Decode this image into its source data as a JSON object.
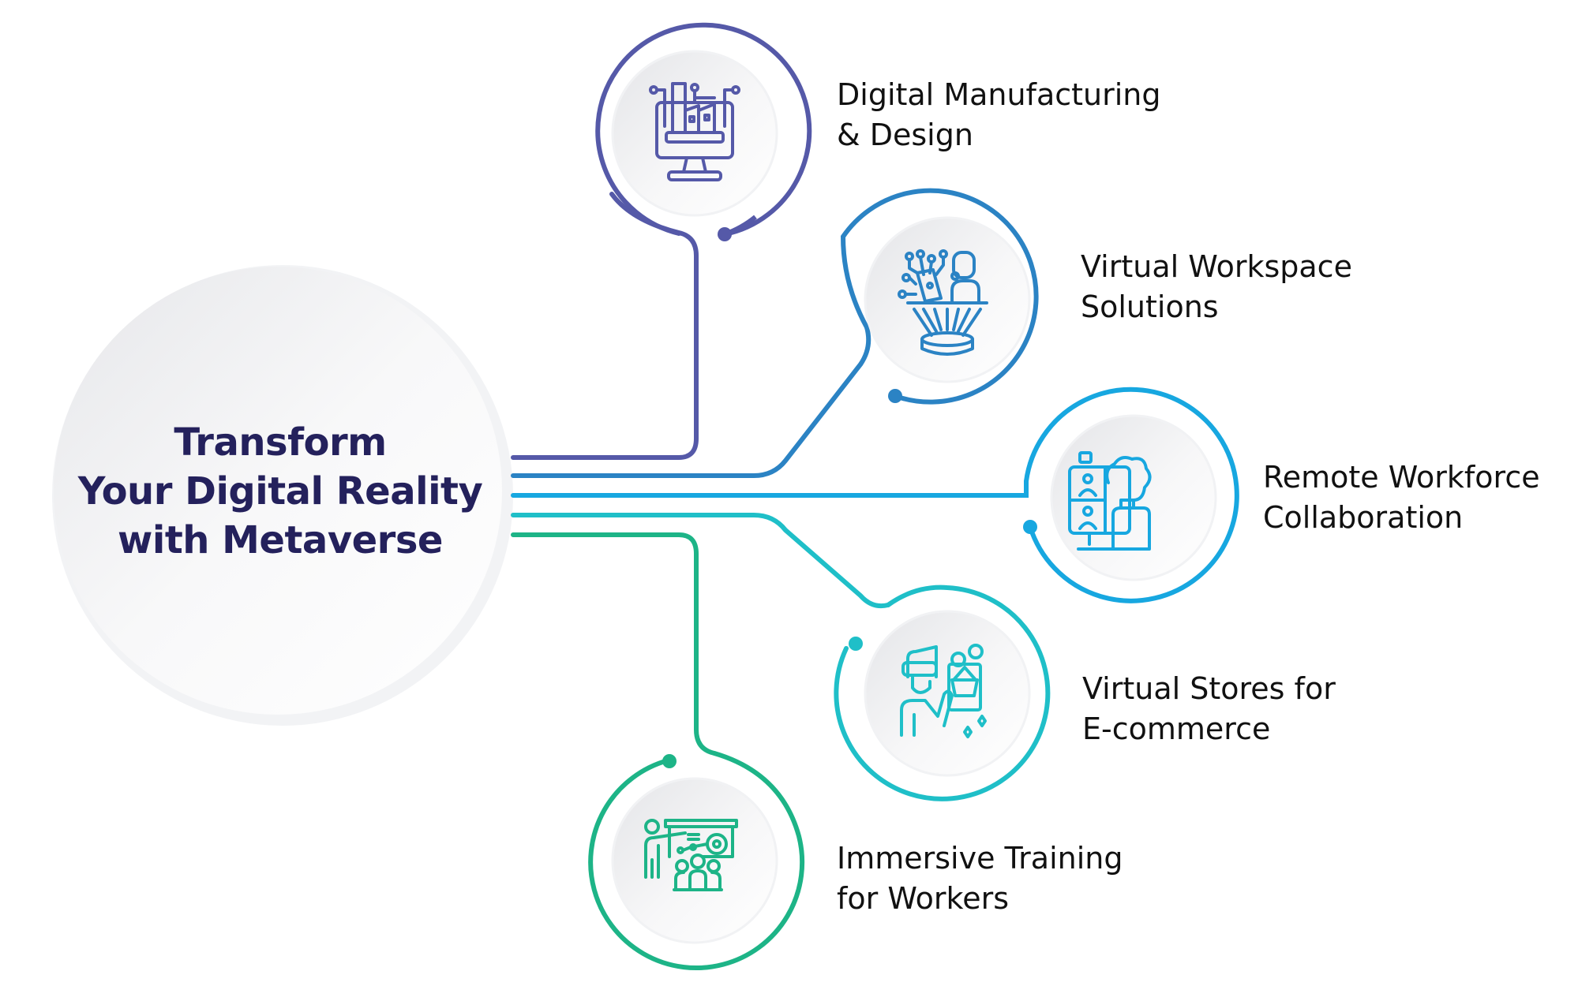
{
  "hub": {
    "title_lines": [
      "Transform",
      "Your Digital Reality",
      "with Metaverse"
    ]
  },
  "colors": {
    "title": "#24215c",
    "label": "#111111",
    "purple": "#5559a8",
    "blue": "#2b83c4",
    "sky": "#17a7e0",
    "teal": "#1fbfc8",
    "green": "#1db487"
  },
  "nodes": [
    {
      "id": "digital-manufacturing",
      "icon": "factory-monitor-icon",
      "color": "#5559a8",
      "label_lines": [
        "Digital Manufacturing",
        "& Design"
      ]
    },
    {
      "id": "virtual-workspace",
      "icon": "hologram-workspace-icon",
      "color": "#2b83c4",
      "label_lines": [
        "Virtual Workspace",
        "Solutions"
      ]
    },
    {
      "id": "remote-workforce",
      "icon": "video-call-icon",
      "color": "#17a7e0",
      "label_lines": [
        "Remote Workforce",
        "Collaboration"
      ]
    },
    {
      "id": "virtual-stores",
      "icon": "vr-shopping-icon",
      "color": "#1fbfc8",
      "label_lines": [
        "Virtual Stores for",
        "E-commerce"
      ]
    },
    {
      "id": "immersive-training",
      "icon": "presentation-training-icon",
      "color": "#1db487",
      "label_lines": [
        "Immersive Training",
        "for Workers"
      ]
    }
  ]
}
